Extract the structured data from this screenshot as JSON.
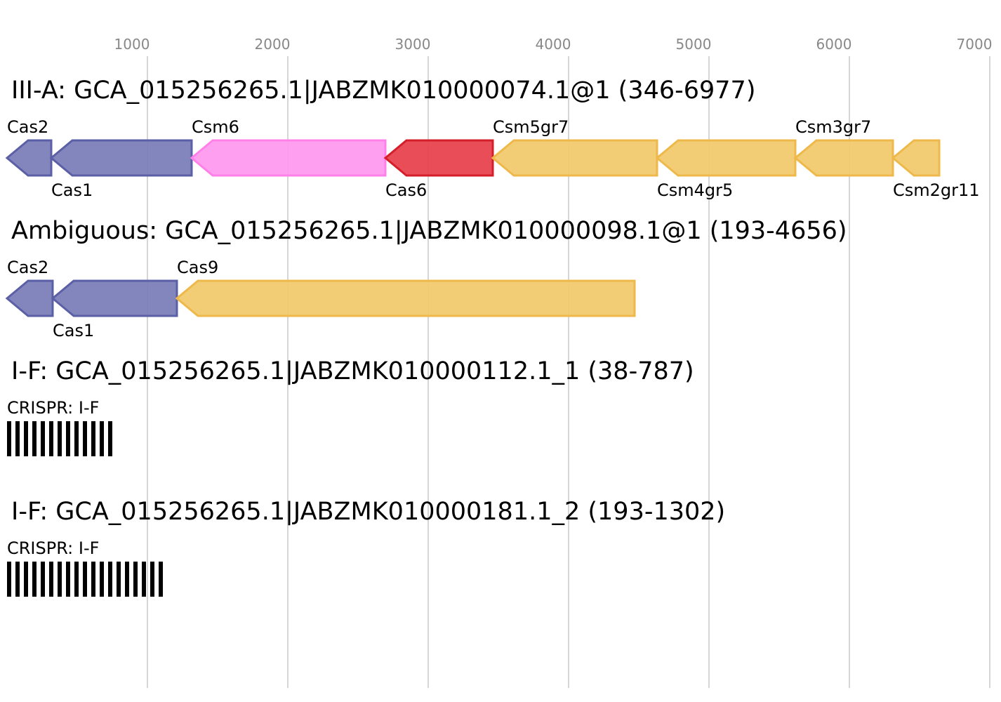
{
  "axis": {
    "ticks": [
      "1000",
      "2000",
      "3000",
      "4000",
      "5000",
      "6000",
      "7000"
    ],
    "tick_values": [
      1000,
      2000,
      3000,
      4000,
      5000,
      6000,
      7000
    ],
    "grid_color": "#c0c0c0",
    "tick_label_color": "#888888"
  },
  "colors": {
    "adaptation": "#7b7fb8",
    "adaptation_stroke": "#5a5fa6",
    "csm6": "#ff9aee",
    "csm6_stroke": "#ff80e8",
    "cas6": "#e8434f",
    "cas6_stroke": "#d41e2a",
    "effector": "#f2c96f",
    "effector_stroke": "#eeb94a",
    "crispr": "#000000"
  },
  "tracks": [
    {
      "title": "III-A: GCA_015256265.1|JABZMK010000074.1@1 (346-6977)",
      "genes": [
        {
          "name": "Cas2",
          "start": 0,
          "end": 315,
          "strand": "-",
          "color": "adaptation",
          "label_pos": "above"
        },
        {
          "name": "Cas1",
          "start": 315,
          "end": 1315,
          "strand": "-",
          "color": "adaptation",
          "label_pos": "below"
        },
        {
          "name": "Csm6",
          "start": 1315,
          "end": 2695,
          "strand": "-",
          "color": "csm6",
          "label_pos": "above"
        },
        {
          "name": "Cas6",
          "start": 2695,
          "end": 3460,
          "strand": "-",
          "color": "cas6",
          "label_pos": "below"
        },
        {
          "name": "Csm5gr7",
          "start": 3460,
          "end": 4630,
          "strand": "-",
          "color": "effector",
          "label_pos": "above"
        },
        {
          "name": "Csm4gr5",
          "start": 4630,
          "end": 5615,
          "strand": "-",
          "color": "effector",
          "label_pos": "below"
        },
        {
          "name": "Csm3gr7",
          "start": 5615,
          "end": 6310,
          "strand": "-",
          "color": "effector",
          "label_pos": "above"
        },
        {
          "name": "Csm2gr11",
          "start": 6310,
          "end": 6640,
          "strand": "-",
          "color": "effector",
          "label_pos": "below"
        }
      ]
    },
    {
      "title": "Ambiguous: GCA_015256265.1|JABZMK010000098.1@1 (193-4656)",
      "genes": [
        {
          "name": "Cas2",
          "start": 0,
          "end": 325,
          "strand": "-",
          "color": "adaptation",
          "label_pos": "above"
        },
        {
          "name": "Cas1",
          "start": 325,
          "end": 1210,
          "strand": "-",
          "color": "adaptation",
          "label_pos": "below"
        },
        {
          "name": "Cas9",
          "start": 1210,
          "end": 4470,
          "strand": "-",
          "color": "effector",
          "label_pos": "above"
        }
      ]
    },
    {
      "title": "I-F: GCA_015256265.1|JABZMK010000112.1_1 (38-787)",
      "crispr": {
        "label": "CRISPR: I-F",
        "start": 0,
        "end": 750,
        "repeats": 13
      }
    },
    {
      "title": "I-F: GCA_015256265.1|JABZMK010000181.1_2 (193-1302)",
      "crispr": {
        "label": "CRISPR: I-F",
        "start": 0,
        "end": 1110,
        "repeats": 19
      }
    }
  ]
}
